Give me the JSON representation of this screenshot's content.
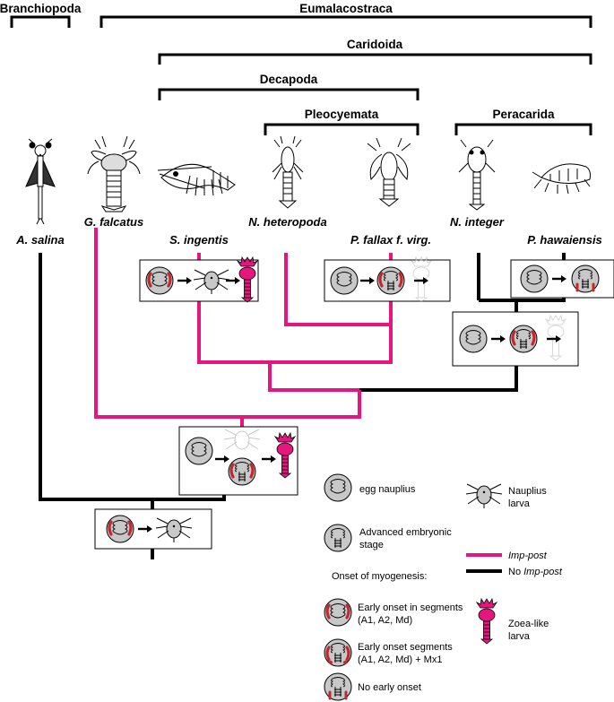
{
  "clades": {
    "branchiopoda": "Branchiopoda",
    "eumalacostraca": "Eumalacostraca",
    "caridoida": "Caridoida",
    "decapoda": "Decapoda",
    "pleocyemata": "Pleocyemata",
    "peracarida": "Peracarida"
  },
  "species": {
    "a_salina": "A. salina",
    "g_falcatus": "G. falcatus",
    "s_ingentis": "S. ingentis",
    "n_heteropoda": "N. heteropoda",
    "p_fallax": "P. fallax f. virg.",
    "n_integer": "N. integer",
    "p_hawaiensis": "P. hawaiensis"
  },
  "legend": {
    "egg_nauplius": "egg nauplius",
    "advanced_stage_line1": "Advanced embryonic",
    "advanced_stage_line2": "stage",
    "onset_heading": "Onset of myogenesis:",
    "early_onset_line1": "Early onset in segments",
    "early_onset_line2": "(A1, A2, Md)",
    "early_mx1_line1": "Early onset segments",
    "early_mx1_line2": "(A1, A2, Md) + Mx1",
    "no_early_onset": "No early onset",
    "nauplius_larva_line1": "Nauplius",
    "nauplius_larva_line2": "larva",
    "imp_post": "Imp-post",
    "no_prefix": "No ",
    "no_imp_post": "Imp-post",
    "zoea_line1": "Zoea-like",
    "zoea_line2": "larva"
  },
  "colors": {
    "imp_post": "#e5177e",
    "no_imp_post": "#000000",
    "embryo_fill": "#c8c8c8",
    "muscle_red": "#c1272d"
  }
}
